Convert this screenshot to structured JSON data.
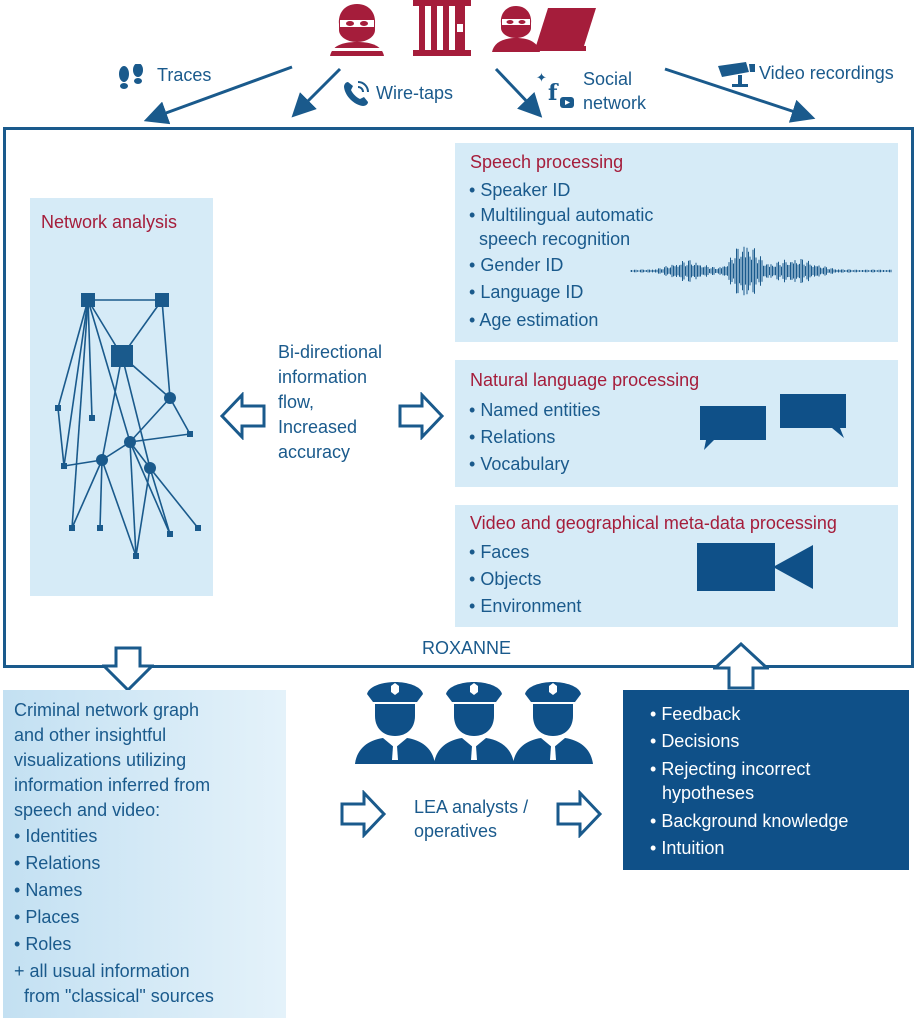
{
  "top": {
    "traces": "Traces",
    "wiretaps": "Wire-taps",
    "social_line1": "Social",
    "social_line2": "network",
    "video": "Video recordings"
  },
  "network": {
    "title": "Network analysis"
  },
  "flow": {
    "lines": [
      "Bi-directional",
      "information",
      "flow,",
      "Increased",
      "accuracy"
    ]
  },
  "speech": {
    "title": "Speech processing",
    "items": [
      "Speaker ID",
      "Multilingual automatic",
      "speech recognition",
      "Gender ID",
      "Language ID",
      "Age estimation"
    ]
  },
  "nlp": {
    "title": "Natural language processing",
    "items": [
      "Named entities",
      "Relations",
      "Vocabulary"
    ]
  },
  "video_meta": {
    "title": "Video and geographical meta-data processing",
    "items": [
      "Faces",
      "Objects",
      "Environment"
    ]
  },
  "roxanne": "ROXANNE",
  "output": {
    "lines": [
      "Criminal network graph",
      "and other insightful",
      "visualizations utilizing",
      "information inferred from",
      "speech and video:"
    ],
    "items": [
      "Identities",
      "Relations",
      "Names",
      "Places",
      "Roles"
    ],
    "extra_line1": "+ all usual information",
    "extra_line2": "from \"classical\" sources"
  },
  "lea": {
    "line1": "LEA analysts /",
    "line2": "operatives"
  },
  "feedback": {
    "items": [
      "Feedback",
      "Decisions",
      "Rejecting incorrect",
      "hypotheses",
      "Background knowledge",
      "Intuition"
    ]
  },
  "colors": {
    "blue": "#1a5a8c",
    "dark_blue": "#0f5088",
    "red": "#a51d3b",
    "panel": "#d6ebf7"
  }
}
